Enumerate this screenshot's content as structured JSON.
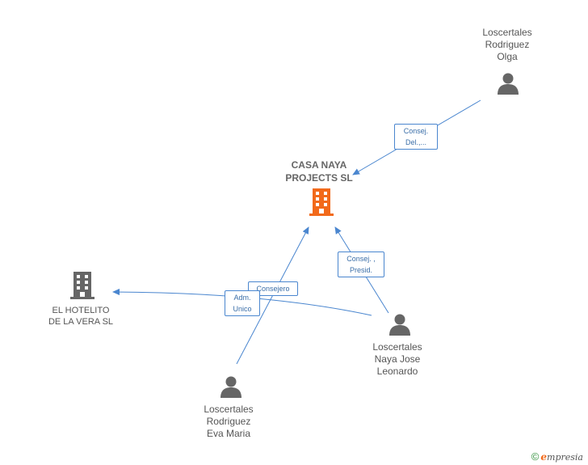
{
  "nodes": {
    "main_company": {
      "line1": "CASA NAYA",
      "line2": "PROJECTS SL"
    },
    "other_company": {
      "line1": "EL HOTELITO",
      "line2": "DE LA VERA SL"
    },
    "person_olga": {
      "line1": "Loscertales",
      "line2": "Rodriguez",
      "line3": "Olga"
    },
    "person_jose": {
      "line1": "Loscertales",
      "line2": "Naya Jose",
      "line3": "Leonardo"
    },
    "person_eva": {
      "line1": "Loscertales",
      "line2": "Rodriguez",
      "line3": "Eva Maria"
    }
  },
  "edges": {
    "olga_main": {
      "line1": "Consej.",
      "line2": "Del.,..."
    },
    "jose_main": {
      "line1": "Consej. ,",
      "line2": "Presid."
    },
    "jose_other": {
      "line1": "Consejero"
    },
    "eva_other": {
      "line1": "Adm.",
      "line2": "Unico"
    }
  },
  "brand": {
    "copyright": "©",
    "e": "e",
    "rest": "mpresia"
  },
  "colors": {
    "edge": "#4a86cf",
    "main_company": "#f26a1b",
    "company": "#666666",
    "person": "#666666"
  }
}
